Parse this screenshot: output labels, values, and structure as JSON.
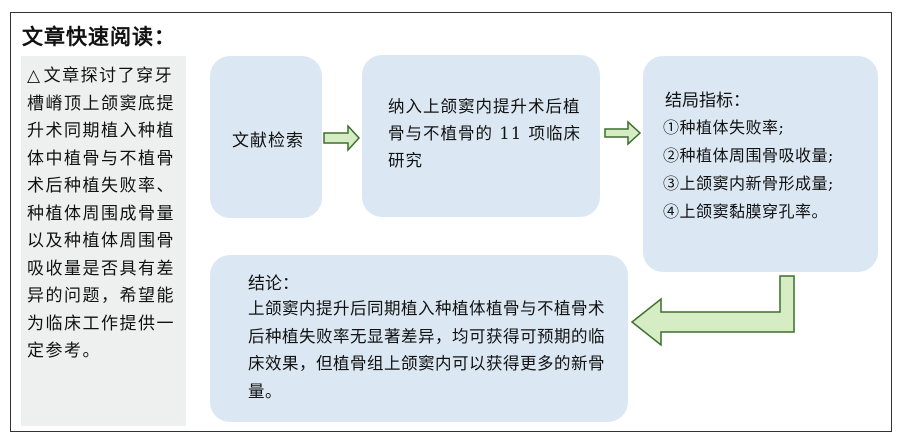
{
  "header": {
    "title": "文章快速阅读："
  },
  "sidebar": {
    "marker": "△",
    "text": "文章探讨了穿牙槽嵴顶上颌窦底提升术同期植入种植体中植骨与不植骨术后种植失败率、种植体周围成骨量以及种植体周围骨吸收量是否具有差异的问题，希望能为临床工作提供一定参考。"
  },
  "flow": {
    "search": {
      "label": "文献检索"
    },
    "studies": {
      "label": "纳入上颌窦内提升术后植骨与不植骨的 11 项临床研究"
    },
    "outcomes": {
      "title": "结局指标：",
      "items": [
        "①种植体失败率;",
        "②种植体周围骨吸收量;",
        "③上颌窦内新骨形成量;",
        "④上颌窦黏膜穿孔率。"
      ]
    },
    "conclusion": {
      "title": "结论：",
      "text": "上颌窦内提升后同期植入种植体植骨与不植骨术后种植失败率无显著差异，均可获得可预期的临床效果，但植骨组上颌窦内可以获得更多的新骨量。"
    }
  },
  "colors": {
    "box_fill": "#dbe8f3",
    "arrow_fill": "#d5ecc4",
    "arrow_stroke": "#3d6e2c",
    "sidebar_bg": "#eef0ef"
  }
}
